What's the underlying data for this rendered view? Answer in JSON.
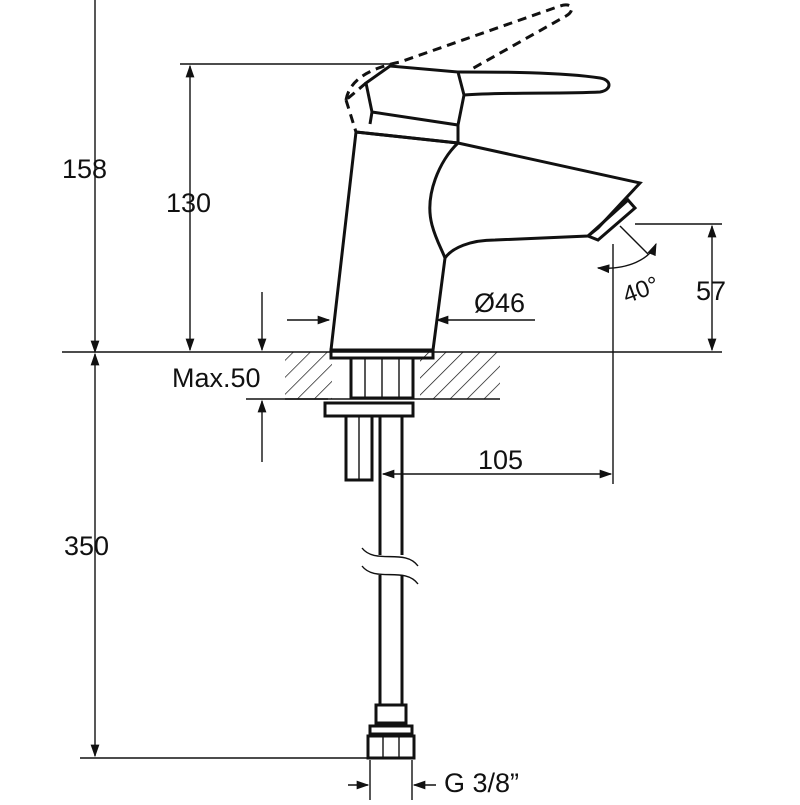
{
  "colors": {
    "line": "#111111",
    "background": "#ffffff"
  },
  "dimensions": {
    "total_height": "158",
    "lever_height": "130",
    "spout_height": "57",
    "body_diameter": "Ø46",
    "max_mount_thickness": "Max.50",
    "hose_length": "350",
    "spout_reach": "105",
    "thread": "G 3/8”",
    "spout_angle": "40°"
  }
}
